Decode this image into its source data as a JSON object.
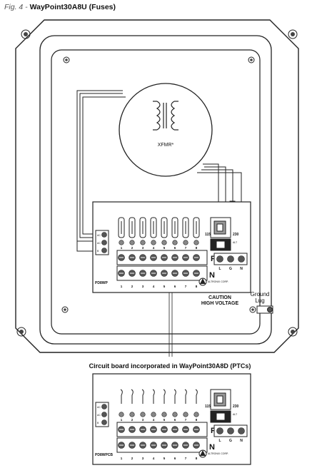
{
  "caption": {
    "fig_number": "Fig. 4",
    "separator": " - ",
    "title": "WayPoint30A8U (Fuses)"
  },
  "enclosure": {
    "transformer_label": "XFMR*",
    "caution_line1": "CAUTION",
    "caution_line2": "HIGH VOLTAGE",
    "ground_lug_line1": "Ground",
    "ground_lug_line2": "Lug"
  },
  "board": {
    "model_label": "PD8WP",
    "voltage_115": "115",
    "voltage_230": "230",
    "aux_label": "ALT",
    "line_terminals": [
      "L",
      "G",
      "N"
    ],
    "positive_label": "P",
    "negative_label": "N",
    "output_numbers": [
      "1",
      "2",
      "3",
      "4",
      "5",
      "6",
      "7",
      "8"
    ],
    "input_terminal_labels": [
      "AC",
      "AC",
      "B"
    ],
    "brand_label": "ALTRONIX CORP."
  },
  "subcaption": "Circuit board incorporated in WayPoint30A8D (PTCs)",
  "ptc_board": {
    "model_label": "PD8WPCB",
    "voltage_115": "115",
    "voltage_230": "230",
    "aux_label": "ALT",
    "line_terminals": [
      "L",
      "G",
      "N"
    ],
    "positive_label": "P",
    "negative_label": "N",
    "output_numbers": [
      "1",
      "2",
      "3",
      "4",
      "5",
      "6",
      "7",
      "8"
    ],
    "input_terminal_labels": [
      "AC",
      "AC",
      "B"
    ],
    "brand_label": "ALTRONIX CORP."
  }
}
